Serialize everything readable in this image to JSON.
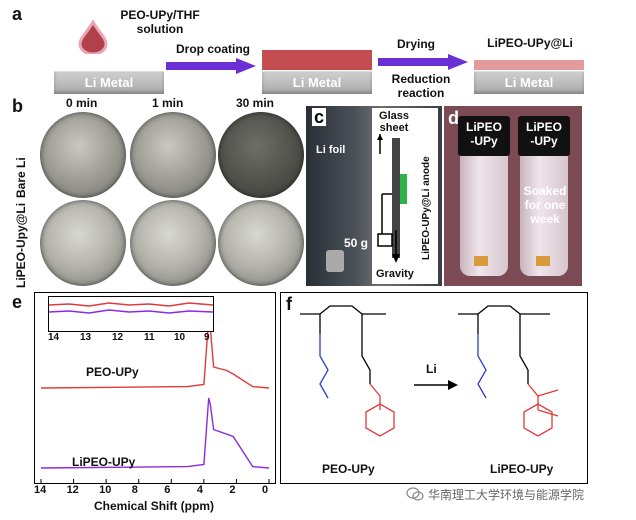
{
  "panel_a": {
    "label": "a",
    "solution_label_line1": "PEO-UPy/THF",
    "solution_label_line2": "solution",
    "step1": "Drop coating",
    "step2_line1": "Drying",
    "step2_line2": "Reduction",
    "step2_line3": "reaction",
    "product": "LiPEO-UPy@Li",
    "metal_label": "Li Metal",
    "colors": {
      "coating": "#c44d52",
      "coating_light": "#e39a9a",
      "arrow": "#6b2fd6"
    }
  },
  "panel_b": {
    "label": "b",
    "times": [
      "0 min",
      "1 min",
      "30 min"
    ],
    "rows": [
      "Bare Li",
      "LiPEO-Upy@Li"
    ]
  },
  "panel_c": {
    "label": "c",
    "glass_line1": "Glass",
    "glass_line2": "sheet",
    "foil": "Li foil",
    "weight": "50 g",
    "anode": "LiPEO-UPy@Li anode",
    "gravity": "Gravity"
  },
  "panel_d": {
    "label": "d",
    "vial1_line1": "LiPEO",
    "vial1_line2": "-UPy",
    "vial2_line1": "LiPEO",
    "vial2_line2": "-UPy",
    "soak_line1": "Soaked",
    "soak_line2": "for one",
    "soak_line3": "week"
  },
  "panel_e": {
    "label": "e",
    "top_spectrum": "PEO-UPy",
    "bottom_spectrum": "LiPEO-UPy",
    "xlabel": "Chemical Shift (ppm)",
    "inset_ticks": [
      "14",
      "13",
      "12",
      "11",
      "10",
      "9"
    ],
    "colors": {
      "peo": "#e03b3b",
      "lipeo": "#8a2be2"
    }
  },
  "panel_f": {
    "label": "f",
    "left_name": "PEO-UPy",
    "right_name": "LiPEO-UPy",
    "reagent": "Li"
  },
  "watermark": "华南理工大学环境与能源学院",
  "chart_data": {
    "type": "line",
    "xlabel": "Chemical Shift (ppm)",
    "ylabel": "",
    "xlim": [
      14,
      0
    ],
    "x_ticks": [
      14,
      12,
      10,
      8,
      6,
      4,
      2,
      0
    ],
    "series": [
      {
        "name": "PEO-UPy",
        "x": [
          14,
          5.0,
          4.0,
          3.7,
          3.6,
          3.4,
          2.6,
          2.2,
          1.0,
          0
        ],
        "y": [
          0,
          0.02,
          0.05,
          1.0,
          0.85,
          0.3,
          0.25,
          0.2,
          0.02,
          0
        ]
      },
      {
        "name": "LiPEO-UPy",
        "x": [
          14,
          5.0,
          4.0,
          3.7,
          3.6,
          3.4,
          2.2,
          1.0,
          0
        ],
        "y": [
          0,
          0.02,
          0.05,
          1.0,
          0.9,
          0.55,
          0.45,
          0.02,
          0
        ]
      }
    ]
  }
}
